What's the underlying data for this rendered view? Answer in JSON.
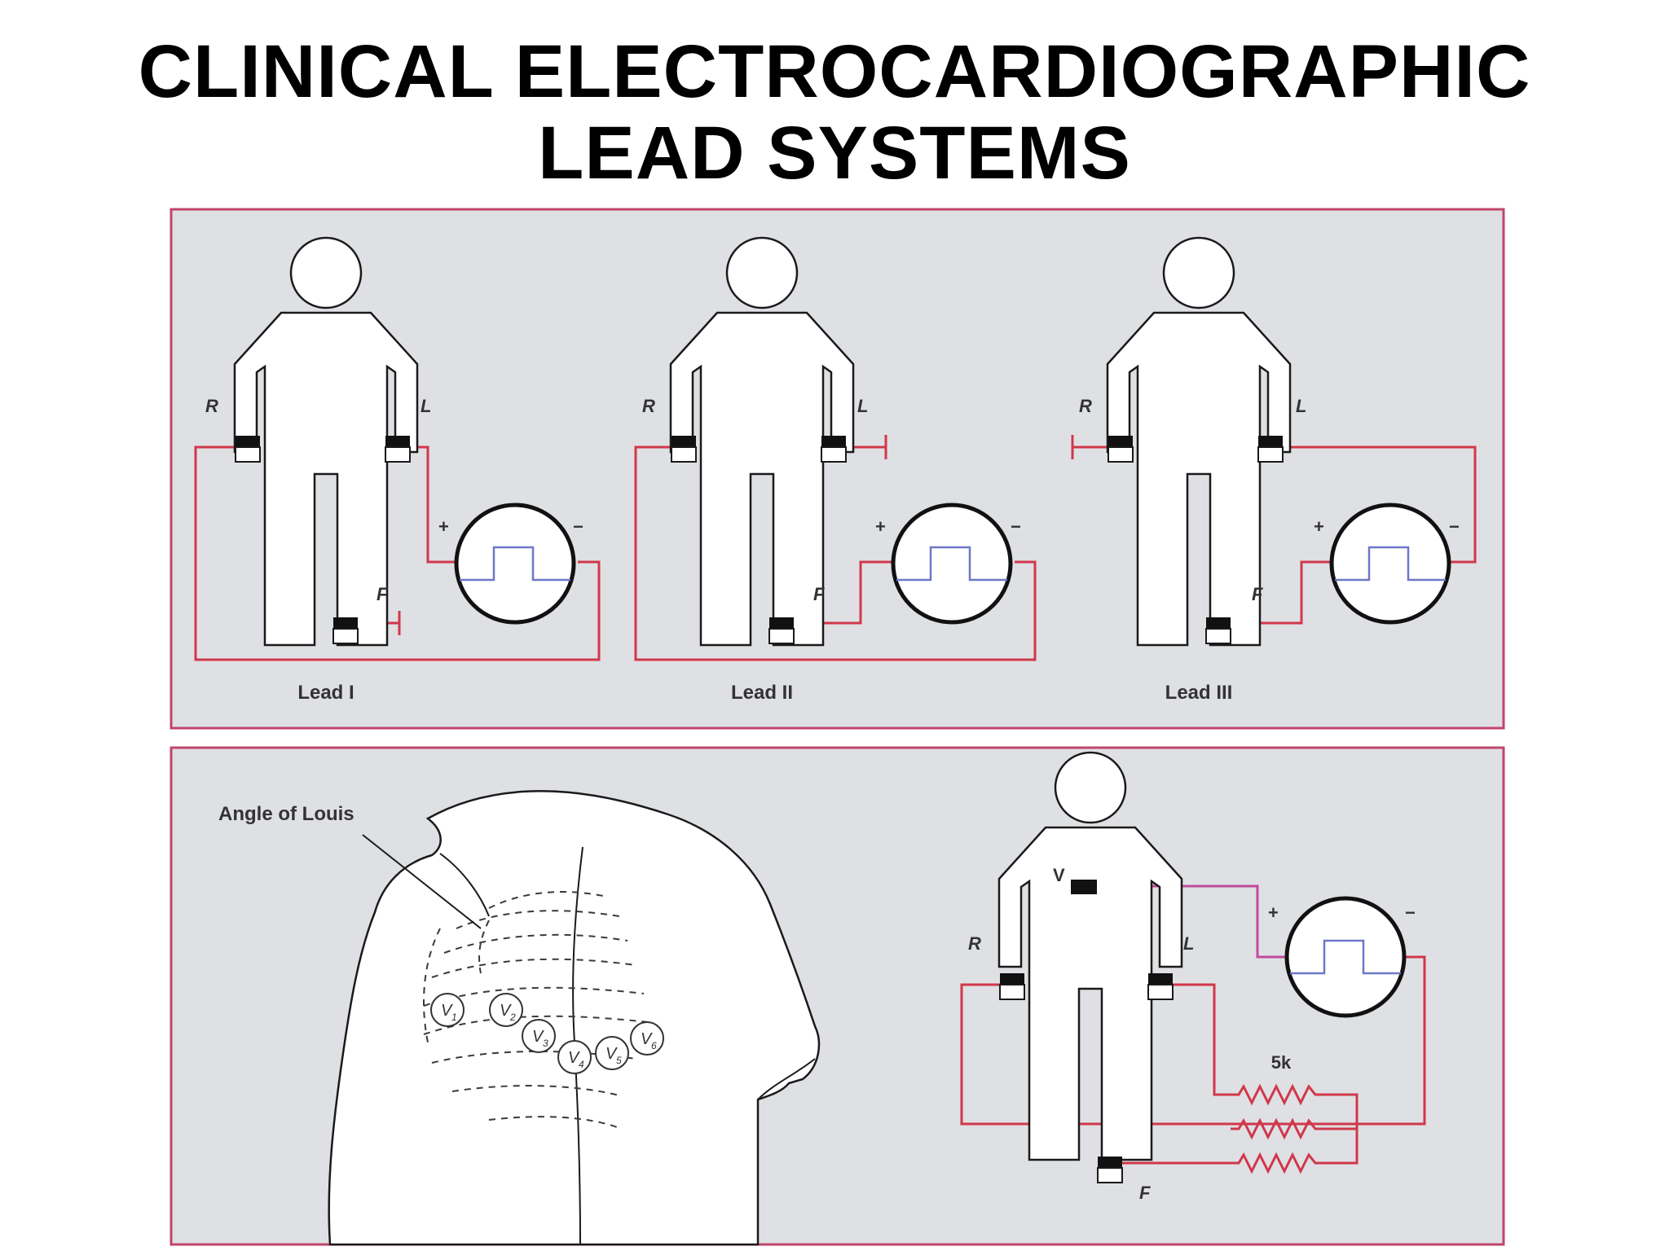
{
  "title": {
    "line1": "CLINICAL ELECTROCARDIOGRAPHIC",
    "line2": "LEAD SYSTEMS"
  },
  "limbs": {
    "right": "R",
    "left": "L",
    "foot": "F",
    "vlead": "V"
  },
  "polarity": {
    "plus": "+",
    "minus": "−"
  },
  "leads": [
    "Lead I",
    "Lead II",
    "Lead III"
  ],
  "chest": {
    "angle_label": "Angle of Louis",
    "electrodes": [
      "V",
      "V",
      "V",
      "V",
      "V",
      "V"
    ],
    "electrode_subscripts": [
      "1",
      "2",
      "3",
      "4",
      "5",
      "6"
    ]
  },
  "resistor_label": "5k",
  "colors": {
    "panel_bg": "#dfe0e4",
    "panel_border": "#c0466a",
    "wire": "#d0384a",
    "wire_v": "#c04b9a",
    "pulse": "#6e78c8",
    "outline": "#1a1a1a"
  }
}
